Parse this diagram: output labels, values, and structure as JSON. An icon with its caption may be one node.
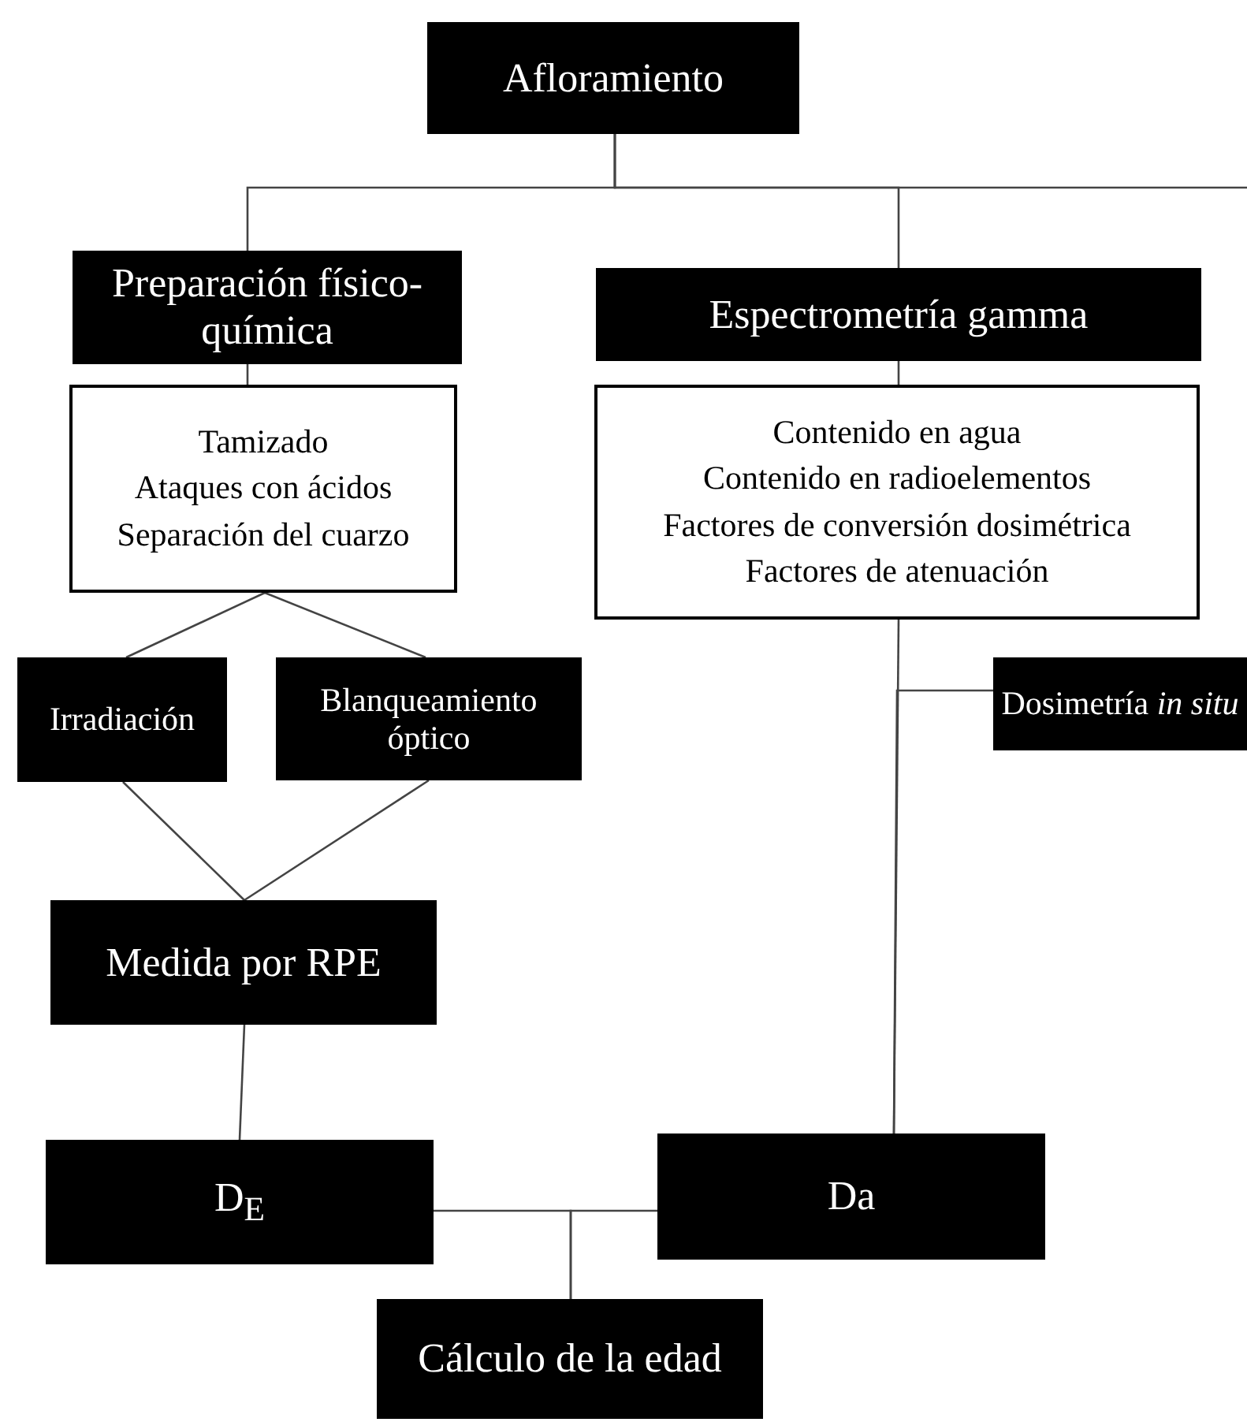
{
  "diagram": {
    "nodes": [
      {
        "text": [
          "Afloramiento"
        ]
      },
      {
        "text": [
          "Preparación físico-química"
        ]
      },
      {
        "text": [
          "Espectrometría gamma"
        ]
      },
      {
        "text": [
          "Tamizado",
          "Ataques con ácidos",
          "Separación del cuarzo"
        ]
      },
      {
        "text": [
          "Contenido en agua",
          "Contenido en radioelementos",
          "Factores de conversión dosimétrica",
          "Factores de atenuación"
        ]
      },
      {
        "text": [
          "Irradiación"
        ]
      },
      {
        "text": [
          "Blanqueamiento óptico"
        ]
      },
      {
        "text": [
          "Dosimetría *in situ*"
        ]
      },
      {
        "text": [
          "Medida por RPE"
        ]
      },
      {
        "text": [
          "D$_{E}$"
        ]
      },
      {
        "text": [
          "Da"
        ]
      },
      {
        "text": [
          "Cálculo de la edad"
        ]
      }
    ],
    "edges": [
      {
        "from": 0,
        "to": 1,
        "arrow": "none"
      },
      {
        "from": 0,
        "to": 2,
        "arrow": "none"
      },
      {
        "from": 0,
        "to": null,
        "arrow": "none"
      },
      {
        "from": 1,
        "to": 3,
        "arrow": "none"
      },
      {
        "from": 2,
        "to": 4,
        "arrow": "none"
      },
      {
        "from": 3,
        "to": 5,
        "arrow": "none"
      },
      {
        "from": 3,
        "to": 6,
        "arrow": "none"
      },
      {
        "from": 5,
        "to": 8,
        "arrow": "none"
      },
      {
        "from": 6,
        "to": 8,
        "arrow": "none"
      },
      {
        "from": 8,
        "to": 9,
        "arrow": "none"
      },
      {
        "from": 4,
        "to": 10,
        "arrow": "none"
      },
      {
        "from": 7,
        "to": 10,
        "arrow": "none"
      },
      {
        "from": 9,
        "to": 11,
        "arrow": "none"
      },
      {
        "from": 10,
        "to": 11,
        "arrow": "none"
      }
    ]
  }
}
